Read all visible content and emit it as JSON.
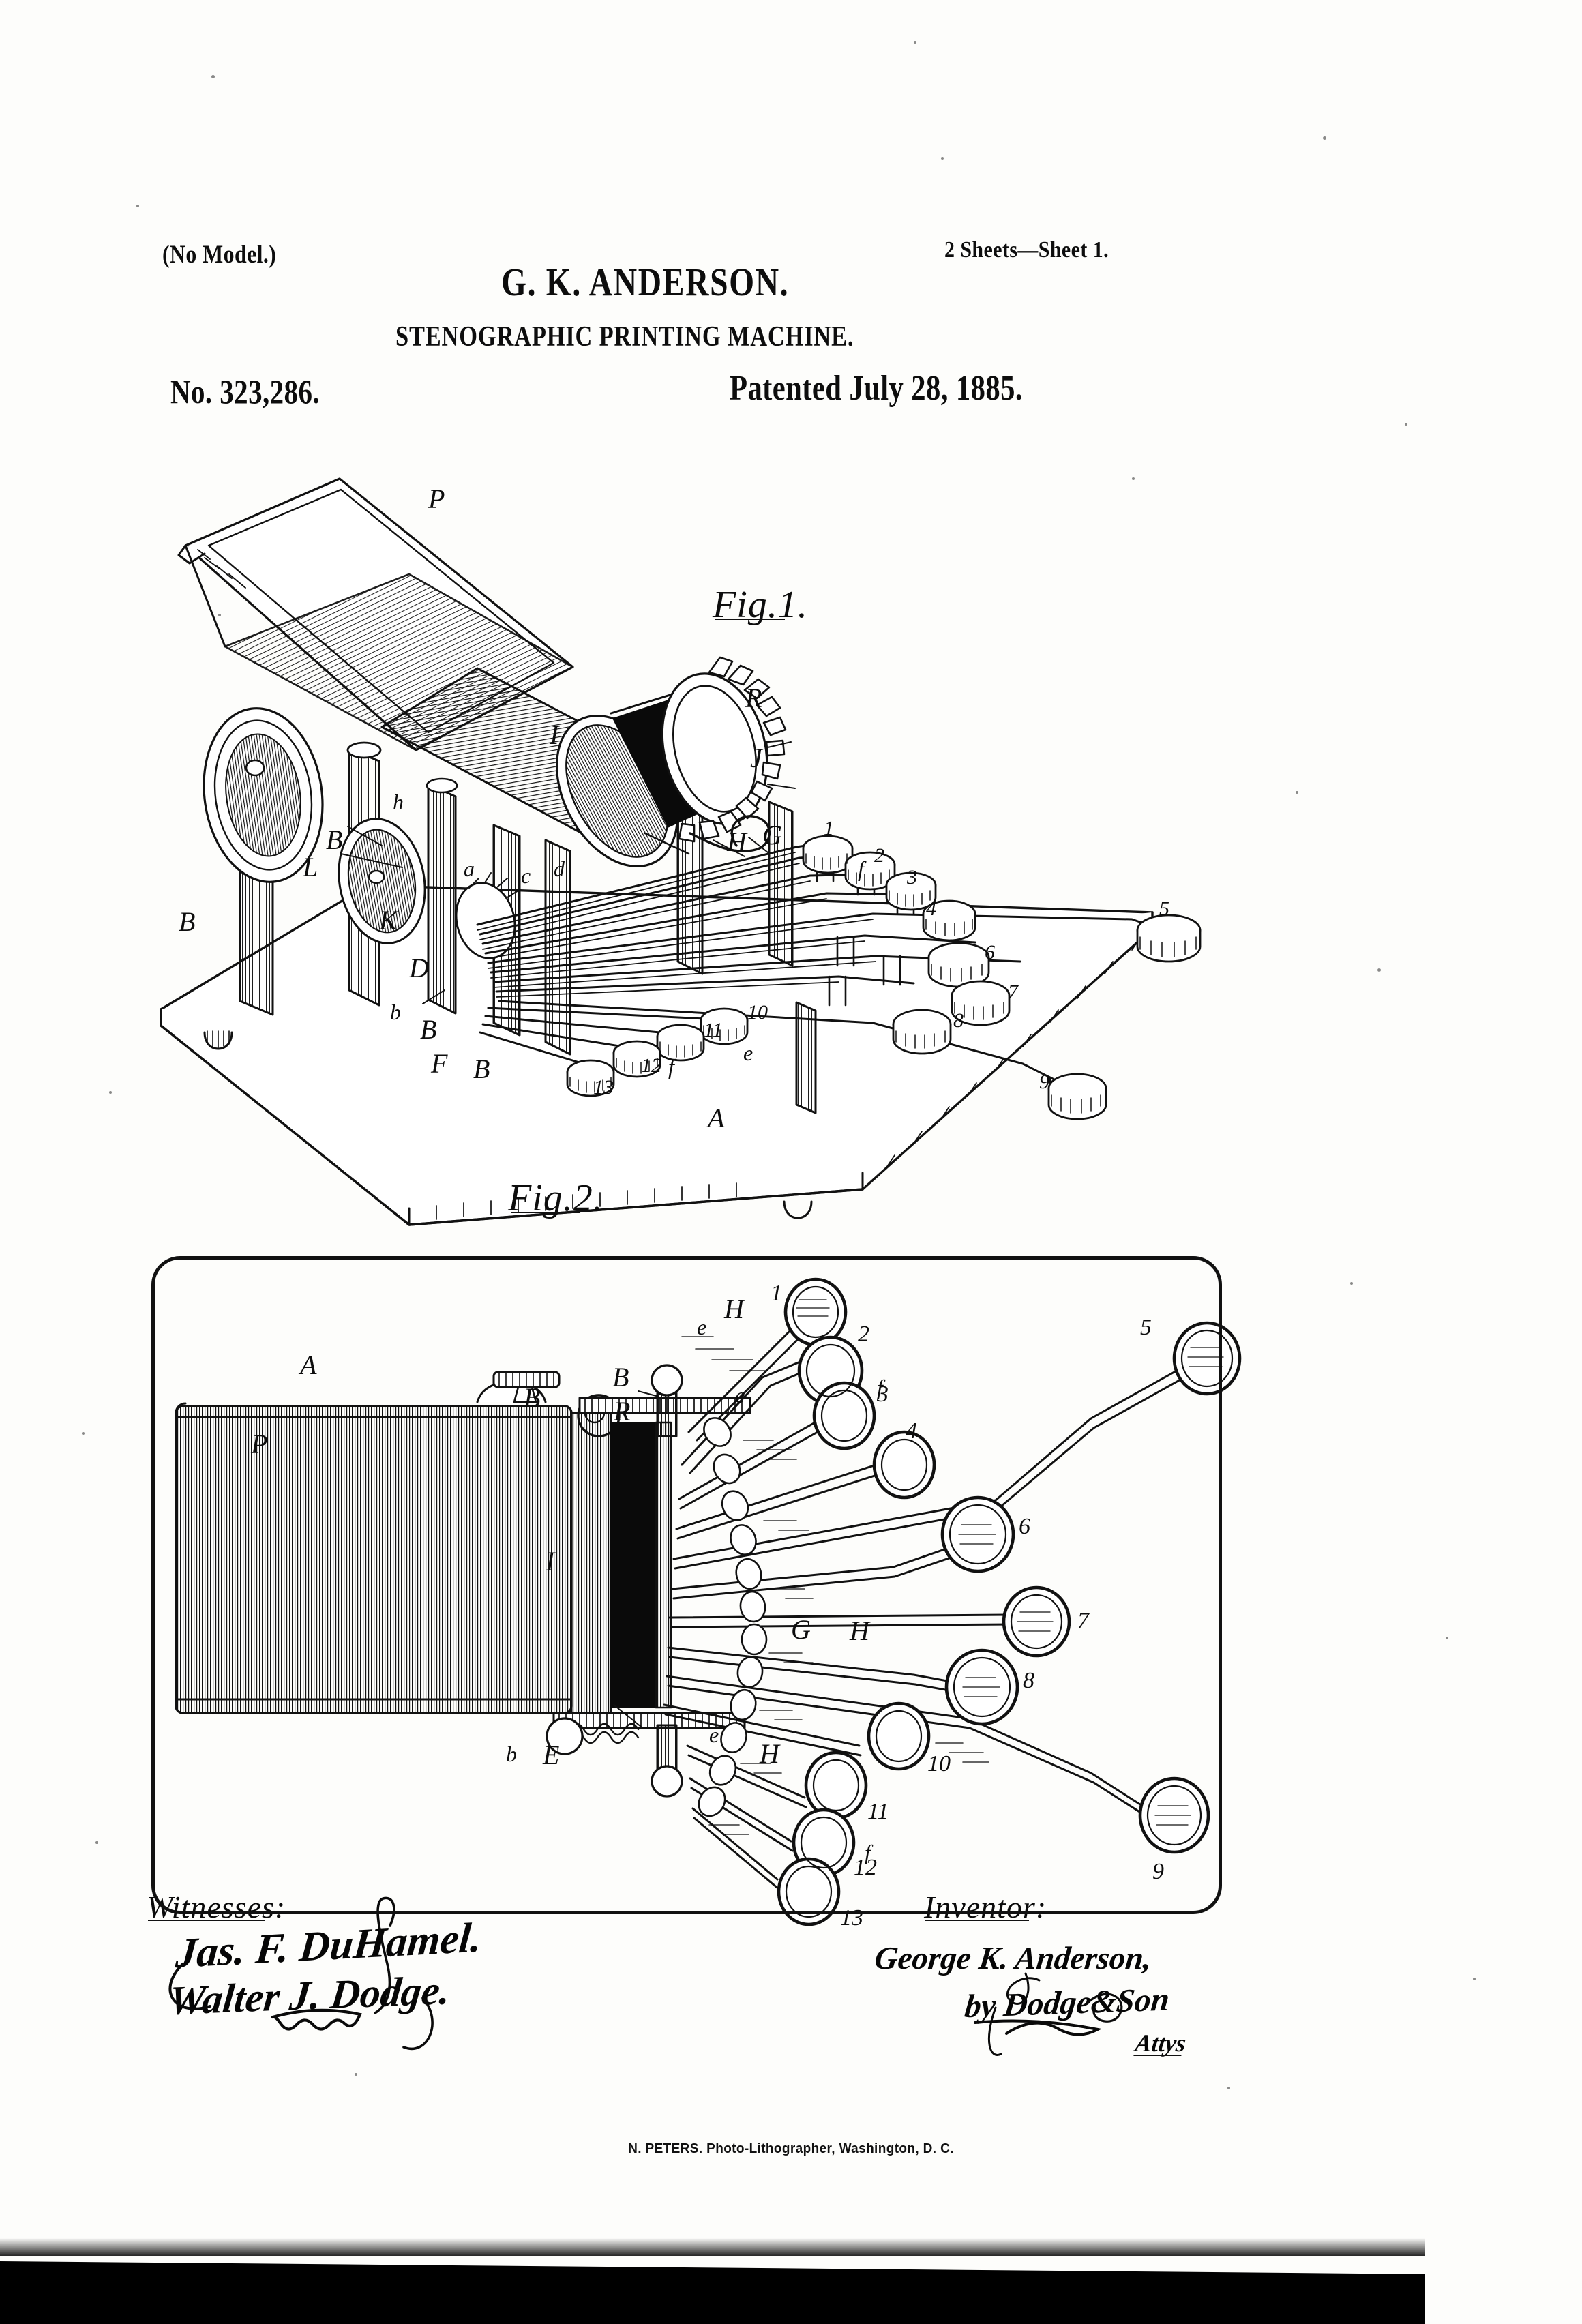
{
  "header": {
    "no_model": "(No Model.)",
    "sheets": "2 Sheets—Sheet 1.",
    "inventor_name": "G. K. ANDERSON.",
    "invention_title": "STENOGRAPHIC PRINTING MACHINE.",
    "patent_number": "No. 323,286.",
    "patent_date": "Patented July 28, 1885."
  },
  "figures": {
    "fig1_label": "Fig.1.",
    "fig2_label": "Fig.2."
  },
  "fig1_refs": {
    "P": "P",
    "R": "R",
    "J": "J",
    "I": "I",
    "H": "H",
    "G": "G",
    "B1": "B",
    "B2": "B",
    "B3": "B",
    "B4": "B",
    "B5": "B",
    "L": "L",
    "D": "D",
    "F": "F",
    "A": "A",
    "K": "K",
    "h": "h",
    "a": "a",
    "c": "c",
    "d": "d",
    "b1": "b",
    "b2": "b",
    "e": "e",
    "f1": "f",
    "f2": "f",
    "keys": [
      "1",
      "2",
      "3",
      "4",
      "5",
      "6",
      "7",
      "8",
      "9",
      "10",
      "11",
      "12",
      "13"
    ]
  },
  "fig2_refs": {
    "A": "A",
    "P": "P",
    "I": "I",
    "B1": "B",
    "B2": "B",
    "R": "R",
    "G": "G",
    "E": "E",
    "b": "b",
    "H1": "H",
    "H2": "H",
    "H3": "H",
    "e1": "e",
    "e2": "e",
    "e3": "e",
    "f1": "f",
    "f2": "f",
    "keys": [
      "1",
      "2",
      "3",
      "4",
      "5",
      "6",
      "7",
      "8",
      "9",
      "10",
      "11",
      "12",
      "13"
    ]
  },
  "signatures": {
    "witness_heading": "Witnesses:",
    "witness_1": "Jas. F. DuHamel.",
    "witness_2": "Walter J. Dodge.",
    "inventor_heading": "Inventor:",
    "inventor_signature": "George K. Anderson,",
    "attorney_by": "by Dodge&Son",
    "attorney_title": "Attys"
  },
  "footer": {
    "printer": "N. PETERS. Photo-Lithographer, Washington, D. C."
  },
  "colors": {
    "ink": "#0d0d0d",
    "paper": "#fdfdfb"
  }
}
